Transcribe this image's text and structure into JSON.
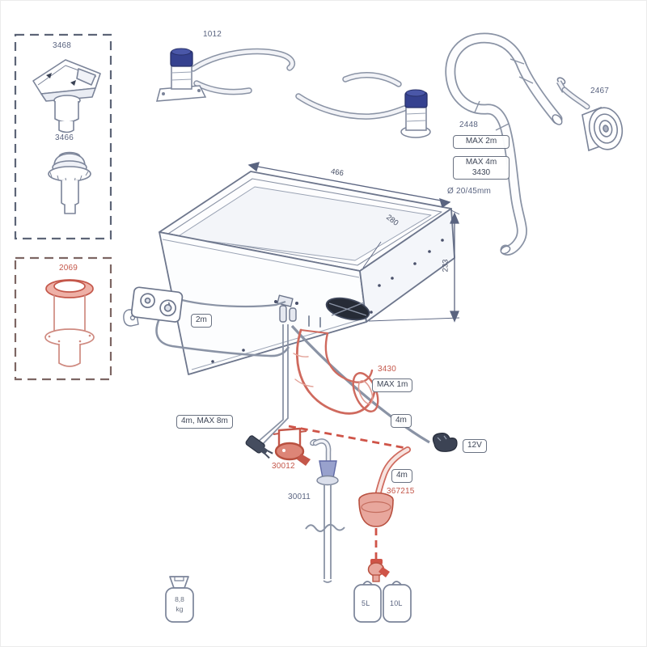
{
  "window": {
    "background": "#ffffff"
  },
  "palette": {
    "line": "#7b8499",
    "red": "#c4574a",
    "blue_cap": "#35418f",
    "dark": "#2c313d"
  },
  "parts": {
    "vent_cap": "3468",
    "vent_cowl": "3466",
    "flue_red": "2069",
    "valve_hoses": "1012",
    "exhaust_hose": "2448",
    "wall_vent": "2467",
    "exhaust_alt": "3430",
    "air_duct": "3430",
    "safety_valve": "30012",
    "drain_pipe": "30011",
    "pump": "367215"
  },
  "callouts": {
    "exhaust_max": "MAX 2m",
    "exhaust_alt_max": "MAX 4m",
    "duct_max": "MAX 1m",
    "panel_cable": "2m",
    "water_lines": "4m, MAX 8m",
    "power_cable": "4m",
    "pump_line": "4m",
    "power": "12V",
    "duct_size": "Ø 20/45mm"
  },
  "dimensions": {
    "width": "466",
    "depth": "280",
    "height": "233"
  },
  "capacities": {
    "small": "5L",
    "large": "10L"
  },
  "weight": {
    "value": "8,8",
    "unit": "kg"
  }
}
